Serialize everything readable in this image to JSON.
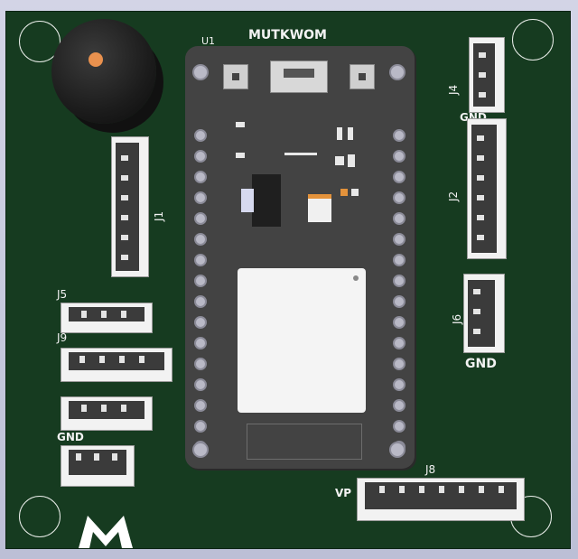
{
  "module": {
    "ref": "U1",
    "name": "MUTKWOM"
  },
  "connectors": [
    {
      "ref": "J1"
    },
    {
      "ref": "J2"
    },
    {
      "ref": "J4"
    },
    {
      "ref": "J5"
    },
    {
      "ref": "J6"
    },
    {
      "ref": "J8"
    },
    {
      "ref": "J9"
    }
  ],
  "silkscreen": {
    "gnd_top": "GND",
    "gnd_right": "GND",
    "gnd_left": "GND",
    "vp": "VP",
    "logo": "M"
  },
  "colors": {
    "board": "#163b20",
    "module": "#434343",
    "silk": "#f2f2f2",
    "buzzer_dot": "#e9914e"
  }
}
